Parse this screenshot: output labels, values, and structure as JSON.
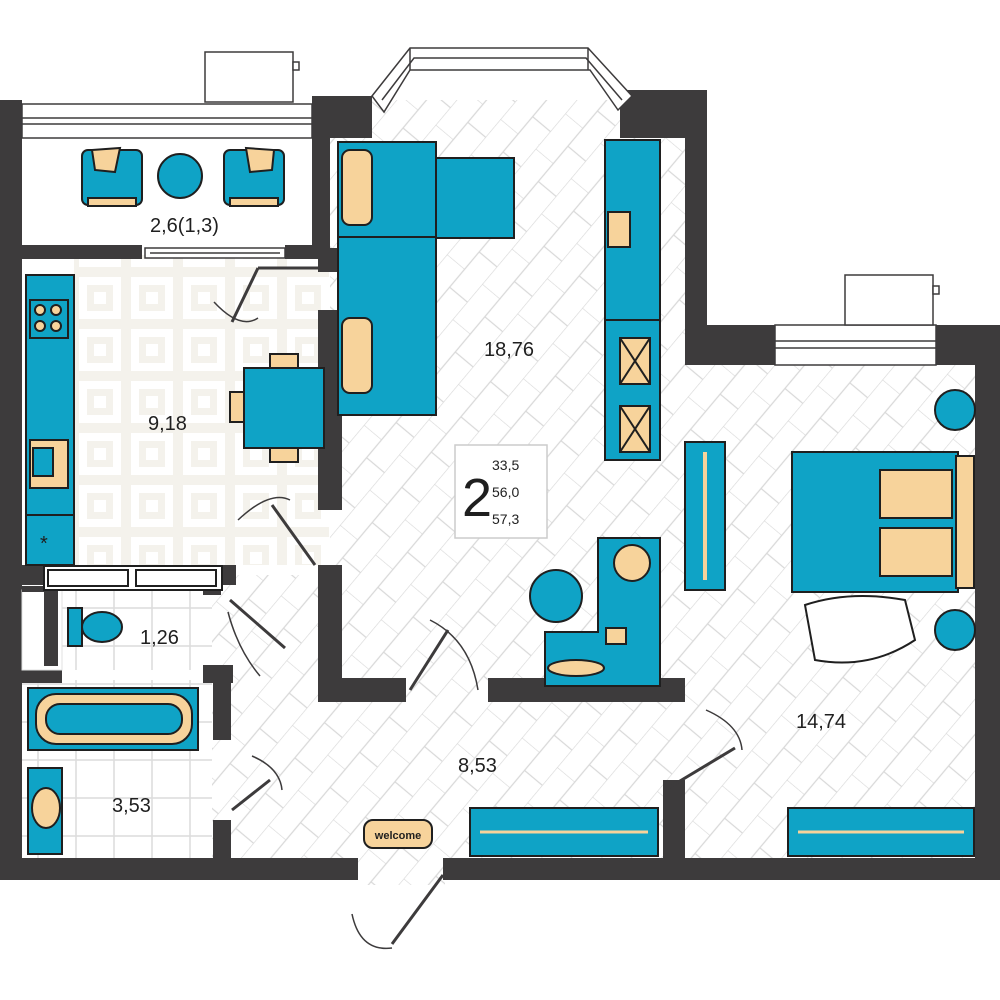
{
  "apartment": {
    "rooms": "2",
    "living_area": "33,5",
    "total_area": "56,0",
    "total_area_with_balcony": "57,3"
  },
  "room_areas": {
    "balcony": "2,6(1,3)",
    "kitchen": "9,18",
    "living_room": "18,76",
    "toilet": "1,26",
    "bathroom": "3,53",
    "hallway": "8,53",
    "bedroom": "14,74"
  },
  "doormat_text": "welcome",
  "colors": {
    "wall": "#3d3b3c",
    "furniture": "#0fa3c6",
    "accent": "#f7d39b",
    "outline": "#1f1f1f"
  }
}
